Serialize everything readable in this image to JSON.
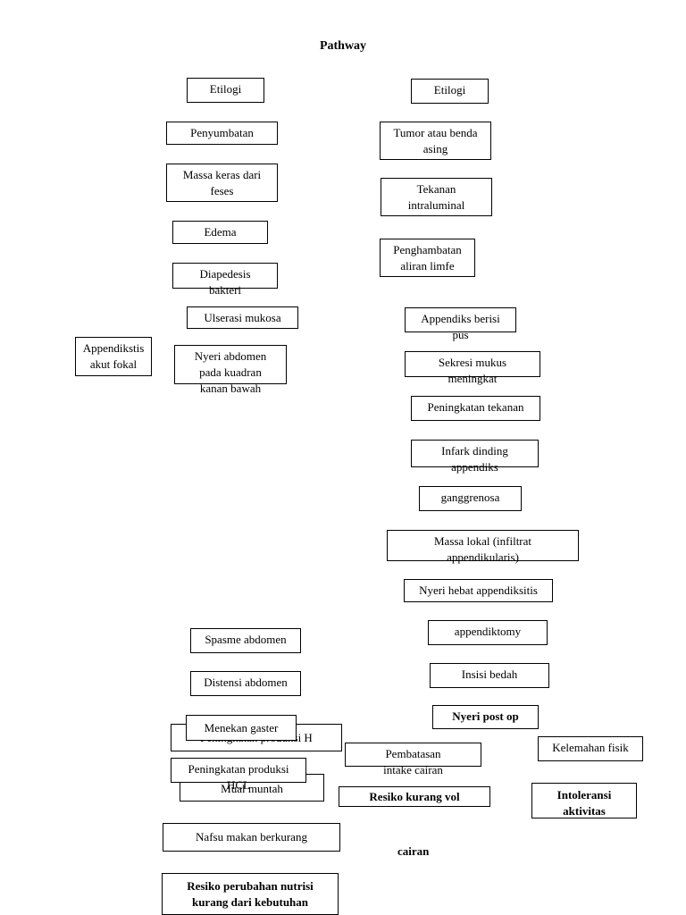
{
  "title": "Pathway",
  "left_column": {
    "etilogi": "Etilogi",
    "penyumbatan": "Penyumbatan",
    "massa_keras": "Massa keras dari feses",
    "edema": "Edema",
    "diapedesis": "Diapedesis bakteri",
    "ulserasi": "Ulserasi mukosa",
    "nyeri_abdomen": "Nyeri abdomen pada kuadran kanan bawah",
    "appendikstis": "Appendikstis akut fokal"
  },
  "right_column": {
    "etilogi": "Etilogi",
    "tumor": "Tumor atau benda asing",
    "tekanan_intraluminal": "Tekanan intraluminal",
    "penghambatan": "Penghambatan aliran limfe",
    "appendiks_pus": "Appendiks berisi pus",
    "sekresi_mukus": "Sekresi mukus meningkat",
    "peningkatan_tekanan": "Peningkatan tekanan",
    "infark": "Infark dinding appendiks",
    "ganggrenosa": "ganggrenosa",
    "massa_lokal": "Massa lokal (infiltrat appendikularis)",
    "nyeri_hebat": "Nyeri hebat appendiksitis",
    "appendiktomy": "appendiktomy",
    "insisi": "Insisi bedah",
    "nyeri_post_op": "Nyeri post op"
  },
  "lower_left": {
    "spasme": "Spasme abdomen",
    "distensi": "Distensi abdomen",
    "peningkatan_h_behind": "Peningkatan produksi H",
    "menekan_gaster": "Menekan gaster",
    "mual_muntah": "Mual muntah",
    "peningkatan_hcl": "Peningkatan produksi HCL",
    "nafsu_makan": "Nafsu makan berkurang",
    "resiko_nutrisi": "Resiko perubahan nutrisi kurang dari kebutuhan"
  },
  "lower_right": {
    "pembatasan": "Pembatasan intake cairan",
    "resiko_kurang_vol": "Resiko kurang vol",
    "cairan": "cairan",
    "kelemahan": "Kelemahan fisik",
    "intoleransi": "Intoleransi aktivitas"
  }
}
